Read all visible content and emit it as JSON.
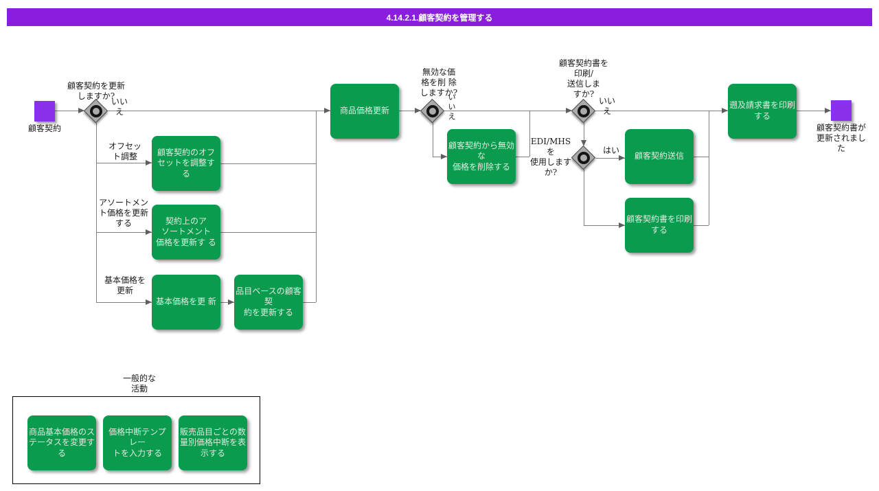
{
  "title": "4.14.2.1.顧客契約を管理する",
  "colors": {
    "title_bar": "#8a1ede",
    "event_purple": "#8b30ec",
    "task_green": "#0b9b4f",
    "task_text": "#ddebdd",
    "gateway_gray": "#ababab",
    "line_gray": "#7f7f7f"
  },
  "flow": {
    "start": {
      "label": "顧客契約"
    },
    "end": {
      "label": "顧客契約書が\n更新されまし\nた"
    },
    "gateways": {
      "update_contract": {
        "question": "顧客契約を更新\nしますか?",
        "no_label": "いい\nえ"
      },
      "delete_invalid": {
        "question": "無効な価\n格を削 除\nしますか?",
        "no_label": "い\nい\nえ"
      },
      "print_send": {
        "question": "顧客契約書を\n印刷/\n送信しま\nすか?",
        "no_label": "いい\nえ"
      },
      "edi_mhs": {
        "question": "EDI/MHS\nを\n使用します\nか?",
        "yes_label": "はい"
      }
    },
    "tasks": {
      "product_price_update": "商品価格更新",
      "adjust_offset": "顧客契約のオフ\nセットを調整す る",
      "update_assortment": "契約上のア\nソートメント\n価格を更新す る",
      "update_base_price": "基本価格を更 新",
      "update_item_based": "品目ベースの顧客契\n約を更新する",
      "remove_invalid_prices": "顧客契約から無効な\n価格を削除する",
      "send_contract": "顧客契約送信",
      "print_contract": "顧客契約書を印刷\nする",
      "print_retro_billing": "遡及請求書を印刷\nする"
    },
    "edge_labels": {
      "offset": "オフセッ\nト調整",
      "assortment": "アソートメン\nト価格を更新\nする",
      "base_price": "基本価格を\n更新"
    }
  },
  "legend": {
    "title": "一般的な\n活動",
    "items": [
      "商品基本価格のス\nテータスを変更す\nる",
      "価格中断テンプ\nレー\nトを入力する",
      "販売品目ごとの数\n量別価格中断を表\n示する"
    ]
  }
}
